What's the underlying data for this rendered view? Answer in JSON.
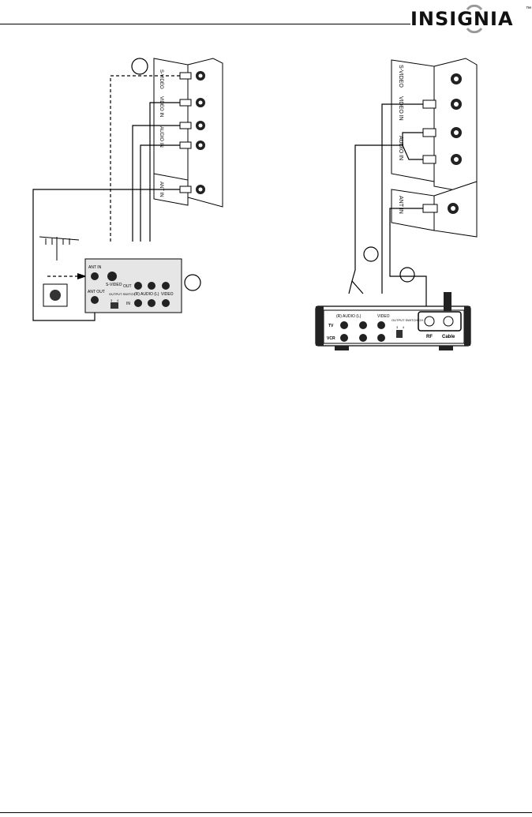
{
  "brand": {
    "name": "INSIGNIA",
    "tm": "™"
  },
  "left_diagram": {
    "tv_labels": {
      "s_video": "S-VIDEO",
      "video_in": "VIDEO IN",
      "audio_in": "AUDIO IN",
      "ant_in": "ANT IN"
    },
    "vcr_labels": {
      "ant_in": "ANT IN",
      "s_video": "S-VIDEO",
      "out": "OUT",
      "in": "IN",
      "audio": "(R) AUDIO (L)",
      "video": "VIDEO",
      "ant_out": "ANT OUT",
      "output_switch": "OUTPUT\nSWITCH",
      "ch3": "3",
      "ch4": "4"
    }
  },
  "right_diagram": {
    "tv_labels": {
      "s_video": "S-VIDEO",
      "video_in": "VIDEO IN",
      "audio_in": "AUDIO IN",
      "ant_in": "ANT IN"
    },
    "box_labels": {
      "audio": "(R) AUDIO (L)",
      "video": "VIDEO",
      "output_switch": "OUTPUT\nSWITCH CH",
      "ch3": "3",
      "ch4": "4",
      "tv": "TV",
      "vcr": "VCR",
      "rf": "RF",
      "cable": "Cable"
    }
  }
}
